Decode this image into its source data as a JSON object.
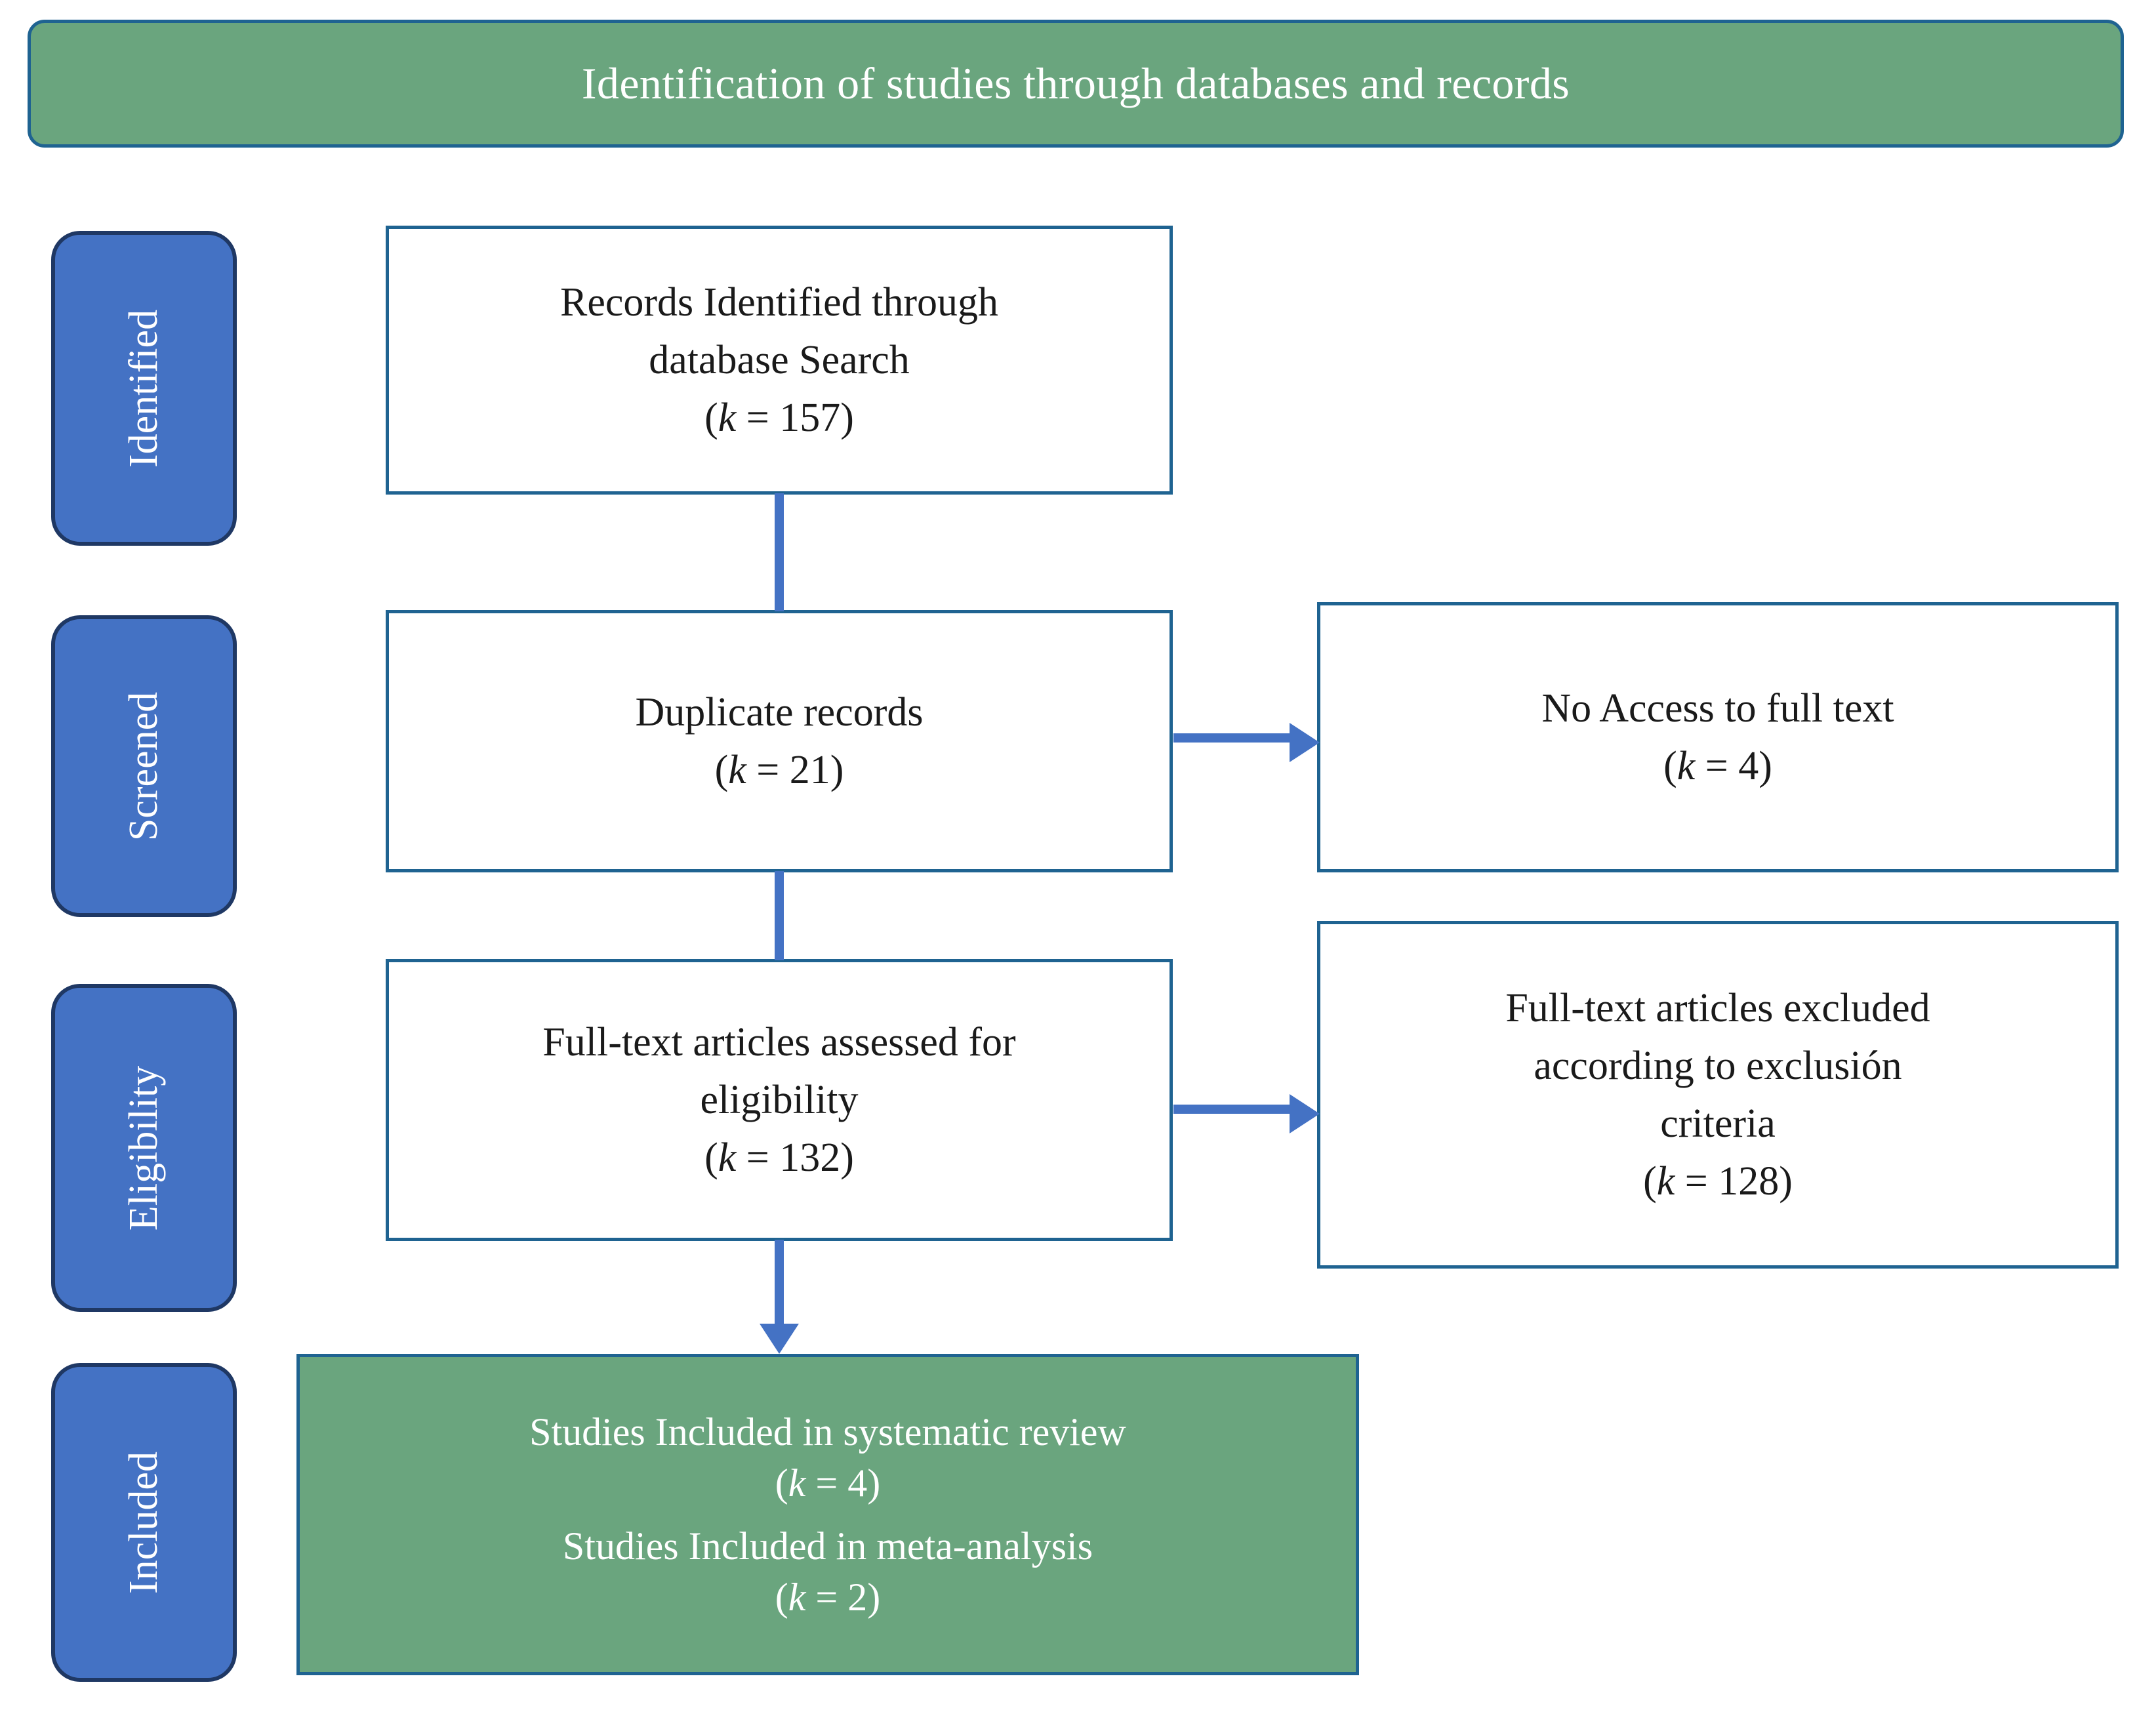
{
  "header": {
    "title": "Identification of studies through databases and records"
  },
  "colors": {
    "green_fill": "#6AA57E",
    "blue_pill": "#4472C4",
    "pill_border": "#1F3864",
    "box_border": "#1F6391",
    "arrow": "#4472C4",
    "text_dark": "#1A1A1A",
    "text_light": "#FFFFFF"
  },
  "stages": [
    {
      "label": "Identified"
    },
    {
      "label": "Screened"
    },
    {
      "label": "Eligibility"
    },
    {
      "label": "Included"
    }
  ],
  "boxes": {
    "identified": {
      "lines": [
        "Records Identified through",
        "database Search"
      ],
      "count_prefix": "(",
      "count_symbol": "k",
      "count_eq": " = ",
      "count_value": "157",
      "count_suffix": ")"
    },
    "duplicates": {
      "lines": [
        "Duplicate records"
      ],
      "count_prefix": "(",
      "count_symbol": "k",
      "count_eq": " = ",
      "count_value": "21",
      "count_suffix": ")"
    },
    "no_access": {
      "lines": [
        "No Access to full text"
      ],
      "count_prefix": "(",
      "count_symbol": "k",
      "count_eq": " = ",
      "count_value": "4",
      "count_suffix": ")"
    },
    "eligibility": {
      "lines": [
        "Full-text articles assessed for",
        "eligibility"
      ],
      "count_prefix": "(",
      "count_symbol": "k",
      "count_eq": " = ",
      "count_value": "132",
      "count_suffix": ")"
    },
    "excluded": {
      "lines": [
        "Full-text articles excluded",
        "according to exclusión",
        "criteria"
      ],
      "count_prefix": "(",
      "count_symbol": "k",
      "count_eq": " = ",
      "count_value": "128",
      "count_suffix": ")"
    },
    "included": {
      "line_review": "Studies Included in systematic review",
      "review_prefix": "(",
      "review_symbol": "k",
      "review_eq": " = ",
      "review_value": "4",
      "review_suffix": ")",
      "line_meta": "Studies Included in meta-analysis",
      "meta_prefix": "(",
      "meta_symbol": "k",
      "meta_eq": " = ",
      "meta_value": "2",
      "meta_suffix": ")"
    }
  }
}
